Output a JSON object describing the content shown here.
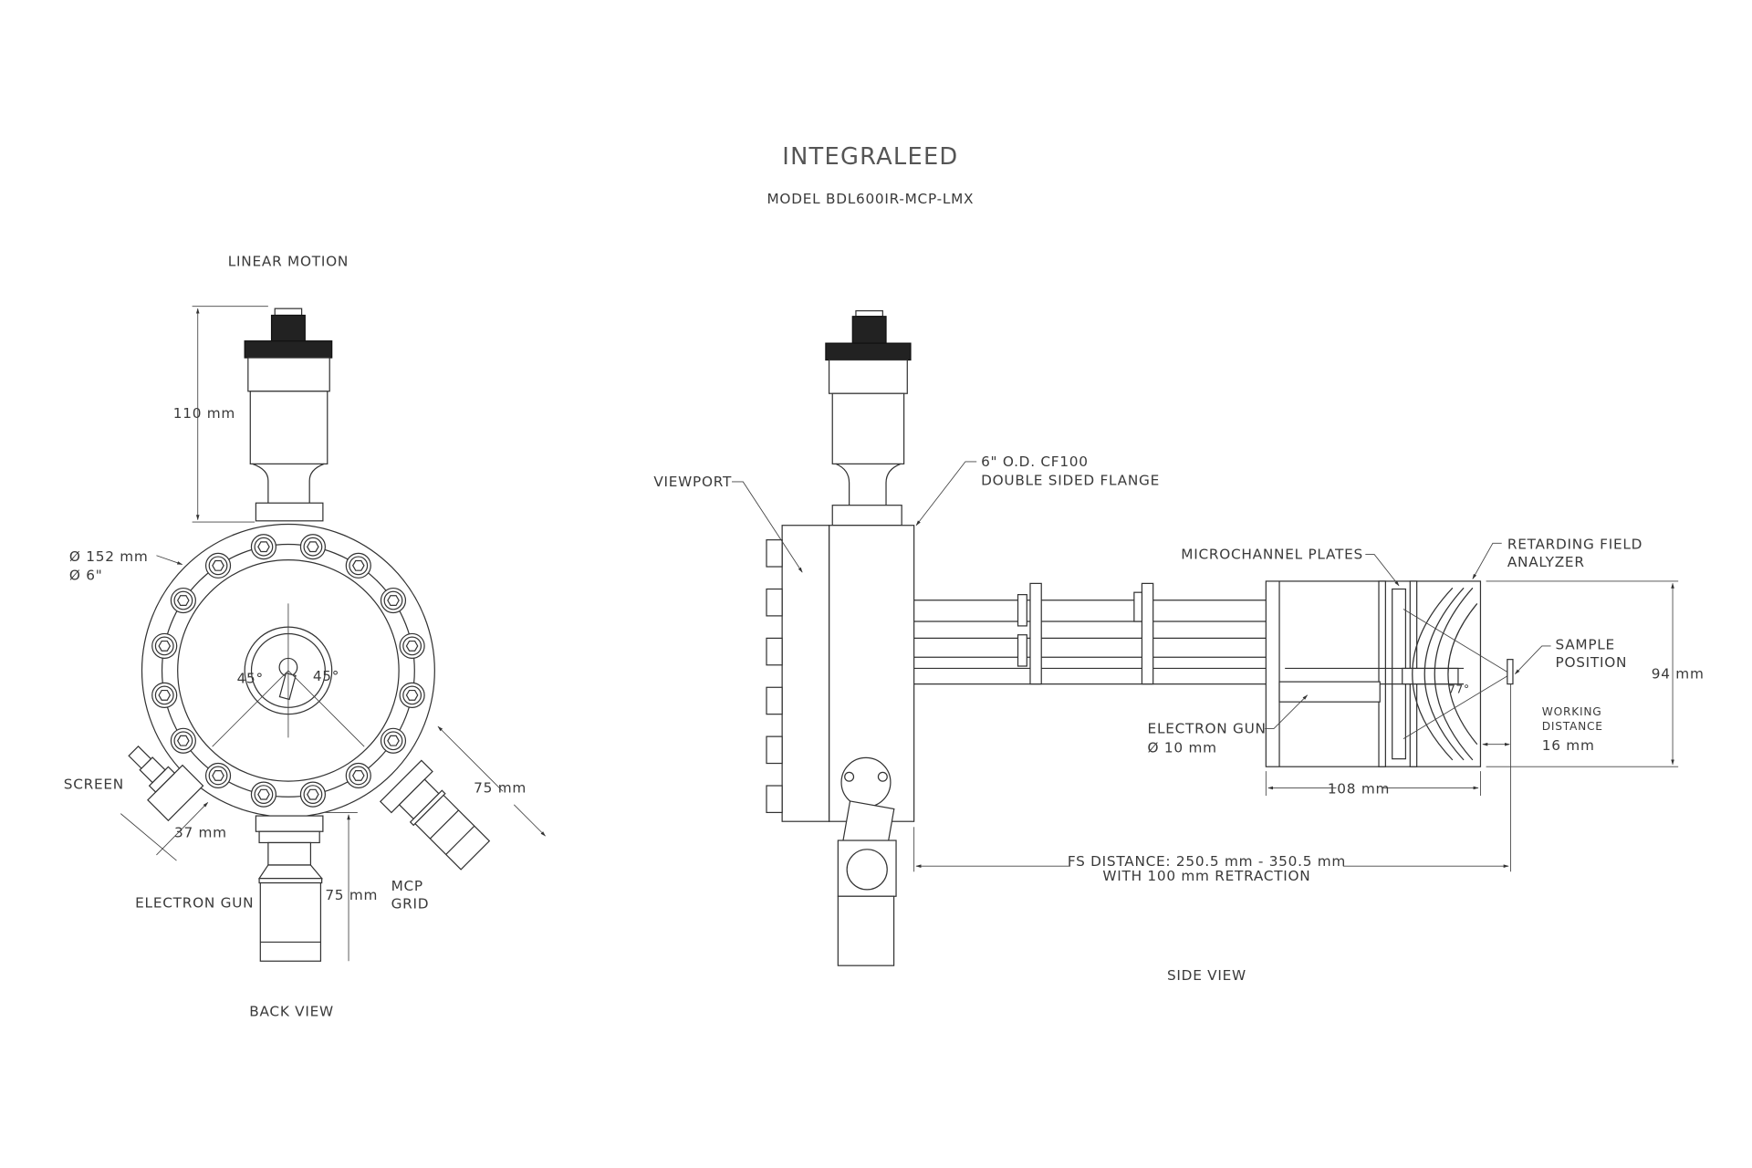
{
  "title": "INTEGRALEED",
  "model": "MODEL BDL600IR-MCP-LMX",
  "back_view": {
    "label": "BACK VIEW",
    "linear_motion": "LINEAR MOTION",
    "dim_height": "110 mm",
    "dia_mm": "Ø 152 mm",
    "dia_in": "Ø 6\"",
    "angle_left": "45°",
    "angle_right": "45°",
    "screen": "SCREEN",
    "dim_screen": "37 mm",
    "dim_mcp": "75 mm",
    "electron_gun": "ELECTRON GUN",
    "dim_gun": "75 mm",
    "mcp_line1": "MCP",
    "mcp_line2": "GRID"
  },
  "side_view": {
    "label": "SIDE VIEW",
    "viewport": "VIEWPORT",
    "flange_line1": "6\" O.D. CF100",
    "flange_line2": "DOUBLE SIDED FLANGE",
    "mcp": "MICROCHANNEL PLATES",
    "rfa_line1": "RETARDING FIELD",
    "rfa_line2": "ANALYZER",
    "sample_line1": "SAMPLE",
    "sample_line2": "POSITION",
    "angle": "77°",
    "gun_line1": "ELECTRON GUN",
    "gun_line2": "Ø 10 mm",
    "wd_line1": "WORKING",
    "wd_line2": "DISTANCE",
    "wd_value": "16 mm",
    "dim_height": "94 mm",
    "dim_length": "108 mm",
    "fs_line1": "FS DISTANCE: 250.5 mm - 350.5 mm",
    "fs_line2": "WITH 100 mm RETRACTION"
  }
}
